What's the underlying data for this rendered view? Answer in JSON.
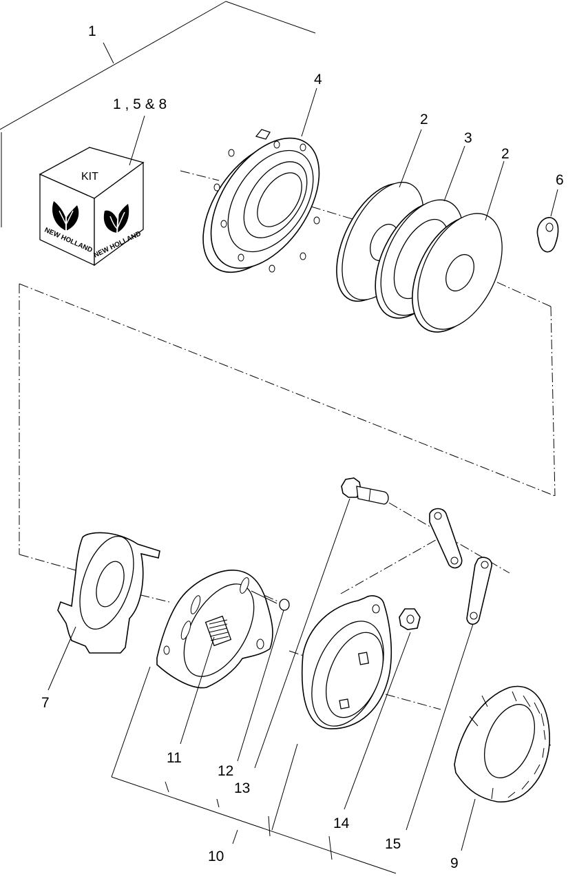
{
  "callouts": {
    "c1": "1",
    "c158": "1 , 5  & 8",
    "c2a": "2",
    "c2b": "2",
    "c3": "3",
    "c4": "4",
    "c6": "6",
    "c7": "7",
    "c9": "9",
    "c10": "10",
    "c11": "11",
    "c12": "12",
    "c13": "13",
    "c14": "14",
    "c15": "15"
  },
  "kit": {
    "label": "KIT",
    "brand_left": "NEW HOLLAND",
    "brand_right": "NEW HOLLAND"
  }
}
